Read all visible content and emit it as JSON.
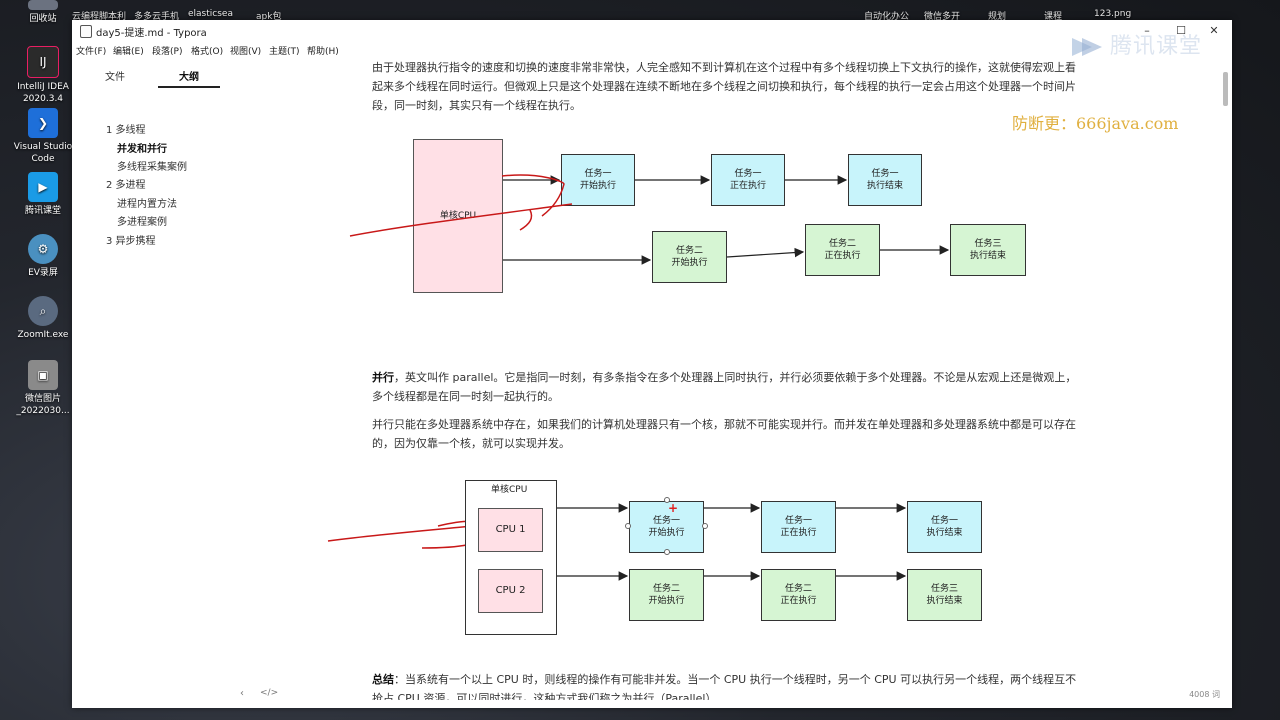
{
  "desktop": {
    "icons": [
      {
        "label": "回收站",
        "icon": "recycle-bin-icon",
        "color": "#6b7280"
      },
      {
        "label": "IntelliJ IDEA 2020.3.4",
        "icon": "intellij-icon",
        "color": "#2b2b2b"
      },
      {
        "label": "Visual Studio Code",
        "icon": "vscode-icon",
        "color": "#1e6fd9"
      },
      {
        "label": "腾讯课堂",
        "icon": "tencent-class-icon",
        "color": "#1a9be6"
      },
      {
        "label": "EV录屏",
        "icon": "ev-record-icon",
        "color": "#4a90c0"
      },
      {
        "label": "ZoomIt.exe",
        "icon": "zoomit-icon",
        "color": "#5a6a80"
      },
      {
        "label": "微信图片_2022030...",
        "icon": "image-file-icon",
        "color": "#8a8a8a"
      }
    ],
    "top_icons": [
      "云编程脚本利",
      "多多云手机",
      "elasticsea",
      "apk包",
      "自动化办公",
      "微信多开",
      "规划",
      "课程",
      "123.png"
    ]
  },
  "window": {
    "title": "day5-提速.md - Typora",
    "menu": [
      "文件(F)",
      "编辑(E)",
      "段落(P)",
      "格式(O)",
      "视图(V)",
      "主题(T)",
      "帮助(H)"
    ],
    "controls": {
      "minimize": "–",
      "maximize": "☐",
      "close": "✕"
    }
  },
  "sidebar": {
    "tabs": [
      "文件",
      "大纲"
    ],
    "outline": [
      {
        "label": "1 多线程",
        "bold": false
      },
      {
        "label": "并发和并行",
        "bold": true
      },
      {
        "label": "多线程采集案例",
        "bold": false
      },
      {
        "label": "2 多进程",
        "bold": false
      },
      {
        "label": "进程内置方法",
        "bold": false
      },
      {
        "label": "多进程案例",
        "bold": false
      },
      {
        "label": "3 异步携程",
        "bold": false
      }
    ]
  },
  "content": {
    "para1": "由于处理器执行指令的速度和切换的速度非常非常快，人完全感知不到计算机在这个过程中有多个线程切换上下文执行的操作，这就使得宏观上看起来多个线程在同时运行。但微观上只是这个处理器在连续不断地在多个线程之间切换和执行，每个线程的执行一定会占用这个处理器一个时间片段，同一时刻，其实只有一个线程在执行。",
    "para2_bold": "并行",
    "para2_rest": "，英文叫作 parallel。它是指同一时刻，有多条指令在多个处理器上同时执行，并行必须要依赖于多个处理器。不论是从宏观上还是微观上，多个线程都是在同一时刻一起执行的。",
    "para3": "并行只能在多处理器系统中存在，如果我们的计算机处理器只有一个核，那就不可能实现并行。而并发在单处理器和多处理器系统中都是可以存在的，因为仅靠一个核，就可以实现并发。",
    "para4_bold": "总结",
    "para4_rest": "：当系统有一个以上 CPU 时，则线程的操作有可能非并发。当一个 CPU 执行一个线程时，另一个 CPU 可以执行另一个线程，两个线程互不抢占 CPU 资源，可以同时进行，这种方式我们称之为并行（Parallel）"
  },
  "diagram1": {
    "cpu": "单核CPU",
    "task1": [
      "任务一\n开始执行",
      "任务一\n正在执行",
      "任务一\n执行结束"
    ],
    "task2": [
      "任务二\n开始执行",
      "任务二\n正在执行",
      "任务三\n执行结束"
    ]
  },
  "diagram2": {
    "outer": "单核CPU",
    "cpu1": "CPU 1",
    "cpu2": "CPU 2",
    "task1": [
      "任务一\n开始执行",
      "任务一\n正在执行",
      "任务一\n执行结束"
    ],
    "task2": [
      "任务二\n开始执行",
      "任务二\n正在执行",
      "任务三\n执行结束"
    ]
  },
  "footer": {
    "nav_back": "‹",
    "source_toggle": "</>",
    "wordcount": "4008 词"
  },
  "watermark": {
    "brand": "腾讯课堂",
    "site": "防断更：666java.com"
  }
}
